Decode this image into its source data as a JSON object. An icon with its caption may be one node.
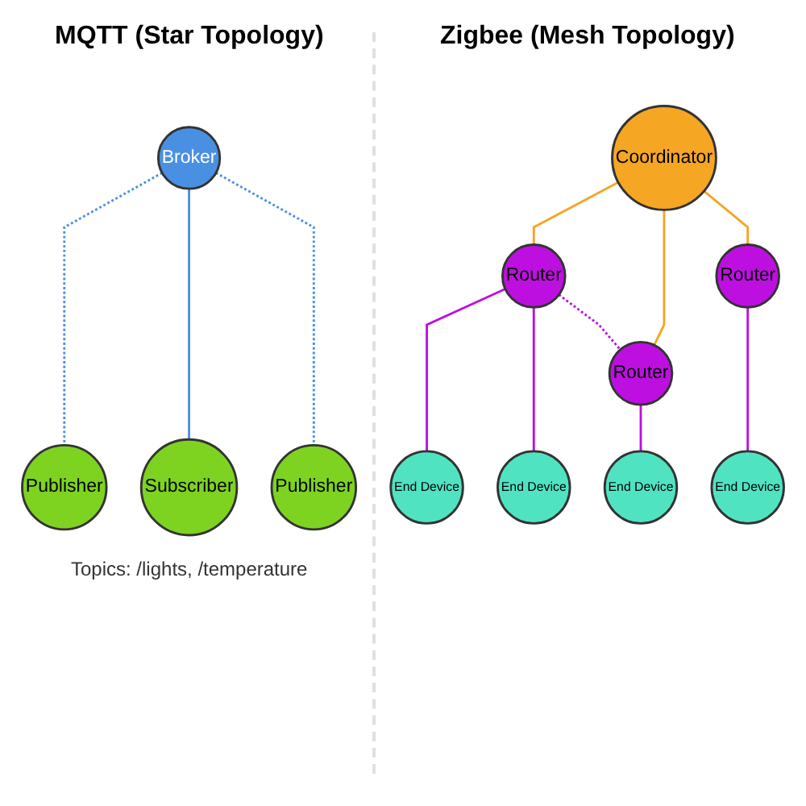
{
  "diagram": {
    "nodes": [
      {
        "text": [
          "Broker"
        ]
      },
      {
        "text": [
          "Publisher"
        ]
      },
      {
        "text": [
          "Subscriber"
        ]
      },
      {
        "text": [
          "Publisher"
        ]
      },
      {
        "text": [
          "Coordinator"
        ]
      },
      {
        "text": [
          "Router"
        ]
      },
      {
        "text": [
          "Router"
        ]
      },
      {
        "text": [
          "Router"
        ]
      },
      {
        "text": [
          "End Device"
        ]
      },
      {
        "text": [
          "End Device"
        ]
      },
      {
        "text": [
          "End Device"
        ]
      },
      {
        "text": [
          "End Device"
        ]
      }
    ],
    "edges": [
      {
        "from": 0,
        "to": 1,
        "arrow": "none",
        "style": "dashed",
        "color": "#4a90e2"
      },
      {
        "from": 0,
        "to": 2,
        "arrow": "none",
        "color": "#4a90e2"
      },
      {
        "from": 0,
        "to": 3,
        "arrow": "none",
        "style": "dashed",
        "color": "#4a90e2"
      },
      {
        "from": 4,
        "to": 5,
        "arrow": "none",
        "color": "#f5a623"
      },
      {
        "from": 4,
        "to": 6,
        "arrow": "none",
        "color": "#f5a623"
      },
      {
        "from": 4,
        "to": 7,
        "arrow": "none",
        "color": "#f5a623"
      },
      {
        "from": 5,
        "to": 8,
        "arrow": "none",
        "color": "#bd10e0"
      },
      {
        "from": 5,
        "to": 9,
        "arrow": "none",
        "color": "#bd10e0"
      },
      {
        "from": 6,
        "to": 10,
        "arrow": "none",
        "color": "#bd10e0"
      },
      {
        "from": 7,
        "to": 11,
        "arrow": "none",
        "color": "#bd10e0"
      },
      {
        "from": 5,
        "to": 7,
        "arrow": "none",
        "style": "dashed",
        "color": "#bd10e0"
      }
    ],
    "labels": [
      "MQTT (Star Topology)",
      "Zigbee (Mesh Topology)",
      "Topics: /lights, /temperature"
    ]
  }
}
